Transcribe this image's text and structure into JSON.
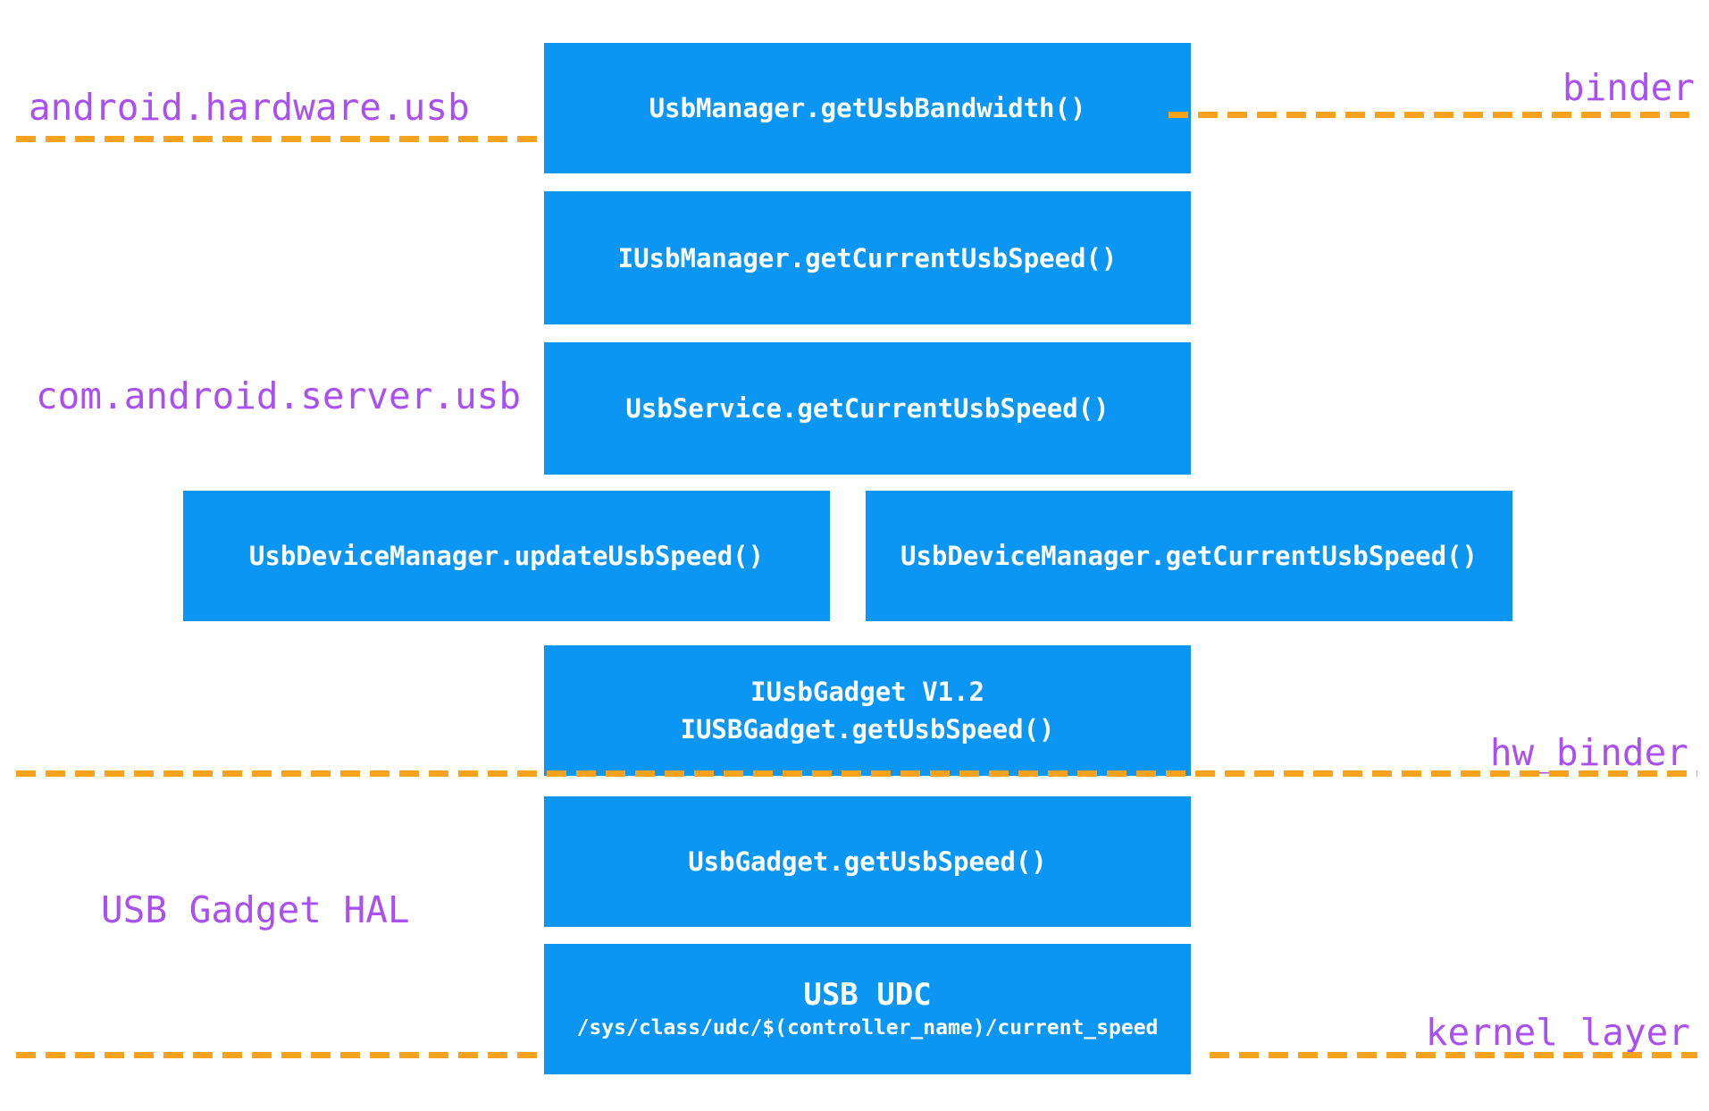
{
  "diagram": {
    "title_context": "Android USB speed query call stack",
    "colors": {
      "box_fill": "#0a96f2",
      "box_text": "#ffffff",
      "boundary_line": "#f7a21c",
      "label_text": "#aa50ee",
      "background": "#ffffff"
    },
    "boxes": [
      {
        "id": "usbmanager-getusbbandwidth",
        "lines": [
          "UsbManager.getUsbBandwidth()"
        ]
      },
      {
        "id": "iusbmanager-getcurrentusbspeed",
        "lines": [
          "IUsbManager.getCurrentUsbSpeed()"
        ]
      },
      {
        "id": "usbservice-getcurrentusbspeed",
        "lines": [
          "UsbService.getCurrentUsbSpeed()"
        ]
      },
      {
        "id": "usbdevicemanager-updateusbspeed",
        "lines": [
          "UsbDeviceManager.updateUsbSpeed()"
        ]
      },
      {
        "id": "usbdevicemanager-getcurrentusbspeed",
        "lines": [
          "UsbDeviceManager.getCurrentUsbSpeed()"
        ]
      },
      {
        "id": "iusbgadget",
        "lines": [
          "IUsbGadget V1.2",
          "IUSBGadget.getUsbSpeed()"
        ]
      },
      {
        "id": "usbgadget-getusbspeed",
        "lines": [
          "UsbGadget.getUsbSpeed()"
        ]
      },
      {
        "id": "usb-udc",
        "lines": [
          "USB UDC",
          "/sys/class/udc/$(controller_name)/current_speed"
        ]
      }
    ],
    "labels": {
      "package_top": "android.hardware.usb",
      "binder": "binder",
      "package_server": "com.android.server.usb",
      "hw_binder": "hw_binder",
      "usb_gadget_hal": "USB Gadget HAL",
      "kernel_layer": "kernel layer"
    },
    "boundaries": [
      {
        "id": "binder-boundary",
        "label": "binder"
      },
      {
        "id": "hw-binder-boundary",
        "label": "hw_binder"
      },
      {
        "id": "kernel-boundary",
        "label": "kernel layer"
      }
    ]
  }
}
